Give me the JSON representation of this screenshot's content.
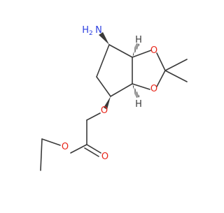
{
  "molecule": {
    "atoms": {
      "amine_N": "N",
      "amine_H": "H",
      "amine_H_count": "2",
      "ring_O_upper": "O",
      "ring_O_lower": "O",
      "ether_O": "O",
      "ester_O_single": "O",
      "ester_O_carbonyl": "O"
    },
    "stereo_H": [
      "H",
      "H"
    ]
  },
  "colors": {
    "bond": "#3a3a3a",
    "oxygen": "#e8261a",
    "nitrogen": "#2b3ee0",
    "hydrogen": "#3a3a3a",
    "background": "#ffffff"
  }
}
